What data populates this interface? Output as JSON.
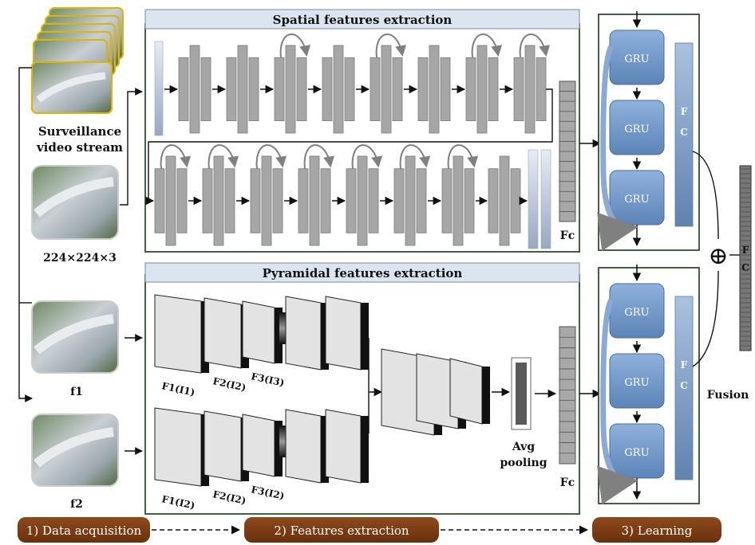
{
  "labels": {
    "surveillance_line1": "Surveillance",
    "surveillance_line2": "video stream",
    "input_size": "224×224×3",
    "f1": "f1",
    "f2": "f2",
    "spatial_title": "Spatial features extraction",
    "pyramidal_title": "Pyramidal features extraction",
    "fc_spatial": "Fc",
    "fc_pyramid": "Fc",
    "avg_line1": "Avg",
    "avg_line2": "pooling",
    "gru": "GRU",
    "fc_letter1": "F",
    "fc_letter2": "C",
    "fusion": "Fusion",
    "fusion_fc1": "F",
    "fusion_fc2": "C",
    "fusion_symbol": "⊕"
  },
  "pyramid_top_labels": [
    "F1(I1)",
    "F2(I2)",
    "F3(I3)"
  ],
  "pyramid_bottom_labels": [
    "F1(I2)",
    "F2(I2)",
    "F3(I2)"
  ],
  "stages": [
    {
      "label": "1) Data acquisition"
    },
    {
      "label": "2) Features extraction"
    },
    {
      "label": "3) Learning"
    }
  ],
  "colors": {
    "panel_header": "#dbe4ef",
    "panel_border": "#2f4f2f",
    "conv_block": "#a6a6a6",
    "gru_block": "#6f95c4",
    "fc_bar": "#7a9cc6",
    "stage_bar": "#7b3a10",
    "stage_text": "#ffffff"
  }
}
